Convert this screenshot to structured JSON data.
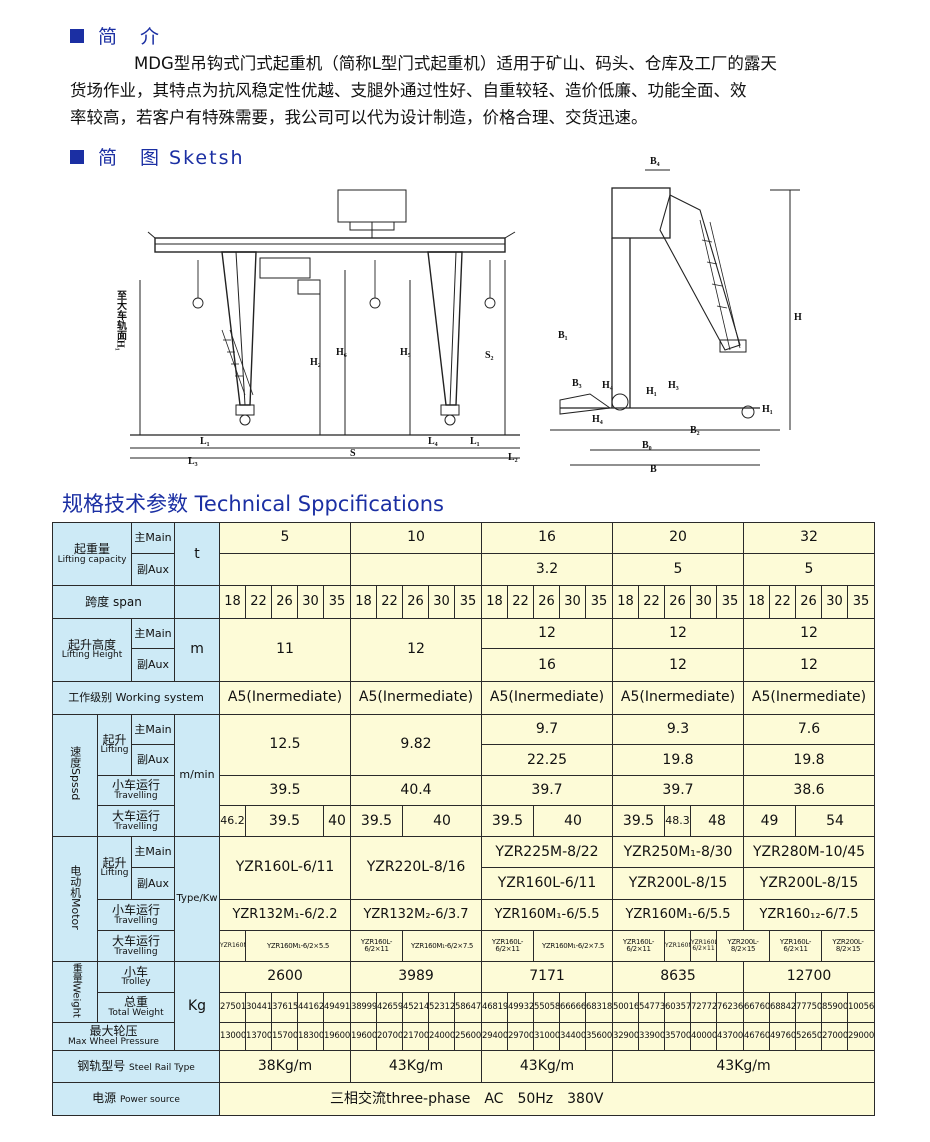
{
  "intro": {
    "heading": "简　介",
    "text_line1": "MDG型吊钩式门式起重机（简称L型门式起重机）适用于矿山、码头、仓库及工厂的露天",
    "text_line2": "货场作业，其特点为抗风稳定性优越、支腿外通过性好、自重较轻、造价低廉、功能全面、效",
    "text_line3": "率较高，若客户有特殊需要，我公司可以代为设计制造，价格合理、交货迅速。"
  },
  "sketch": {
    "heading": "简　图  Sketsh",
    "front_labels": {
      "side_rail": "至大车轨面H₁",
      "H2": "H₂",
      "H6": "H₆",
      "H5": "H₅",
      "S2": "S₂",
      "L1": "L₁",
      "L3": "L₃",
      "L4": "L₄",
      "L_left": "L₁",
      "S": "S",
      "L2": "L₂"
    },
    "side_labels": {
      "B4": "B₄",
      "H": "H",
      "B1": "B₁",
      "B3": "B₃",
      "H4": "H₄",
      "H3": "H₃",
      "H1": "H₁",
      "Hb": "H₄",
      "B2": "B₂",
      "B0": "B₀",
      "B": "B",
      "H_1": "H₁"
    }
  },
  "spec": {
    "title": "规格技术参数 Technical Sppcifications",
    "lifting_capacity": {
      "zh": "起重量",
      "en": "Lifting capacity",
      "main": "主Main",
      "aux": "副Aux",
      "unit": "t",
      "main_values": [
        "5",
        "10",
        "16",
        "20",
        "32"
      ],
      "aux_values": [
        "",
        "",
        "3.2",
        "5",
        "5"
      ]
    },
    "span": {
      "label": "跨度 span",
      "values": [
        "18",
        "22",
        "26",
        "30",
        "35",
        "18",
        "22",
        "26",
        "30",
        "35",
        "18",
        "22",
        "26",
        "30",
        "35",
        "18",
        "22",
        "26",
        "30",
        "35",
        "18",
        "22",
        "26",
        "30",
        "35"
      ]
    },
    "lifting_height": {
      "zh": "起升高度",
      "en": "Lifting Height",
      "main": "主Main",
      "aux": "副Aux",
      "unit": "m",
      "merged": [
        "11",
        "12"
      ],
      "main_values": [
        "12",
        "12",
        "12"
      ],
      "aux_values": [
        "16",
        "12",
        "12"
      ]
    },
    "working_system": {
      "label": "工作级别 Working system",
      "values": [
        "A5(Inermediate)",
        "A5(Inermediate)",
        "A5(Inermediate)",
        "A5(Inermediate)",
        "A5(Inermediate)"
      ]
    },
    "speed": {
      "group": "速度Spssd",
      "unit": "m/min",
      "lifting_zh": "起升",
      "lifting_en": "Lifting",
      "main": "主Main",
      "aux": "副Aux",
      "trolley_zh": "小车运行",
      "trolley_en": "Travelling",
      "crane_zh": "大车运行",
      "crane_en": "Travelling",
      "lift_merged": [
        "12.5",
        "9.82"
      ],
      "lift_main": [
        "9.7",
        "9.3",
        "7.6"
      ],
      "lift_aux": [
        "22.25",
        "19.8",
        "19.8"
      ],
      "trolley": [
        "39.5",
        "40.4",
        "39.7",
        "39.7",
        "38.6"
      ],
      "crane": [
        "46.2",
        "39.5",
        "40",
        "39.5",
        "40",
        "39.5",
        "40",
        "39.5",
        "48.3",
        "48",
        "49",
        "54"
      ]
    },
    "motor": {
      "group": "电动机Motor",
      "unit": "Type/Kw",
      "lifting_zh": "起升",
      "lifting_en": "Lifting",
      "main": "主Main",
      "aux": "副Aux",
      "trolley_zh": "小车运行",
      "trolley_en": "Travelling",
      "crane_zh": "大车运行",
      "crane_en": "Travelling",
      "lift_merged": [
        "YZR160L-6/11",
        "YZR220L-8/16"
      ],
      "lift_main": [
        "YZR225M-8/22",
        "YZR250M₁-8/30",
        "YZR280M-10/45"
      ],
      "lift_aux": [
        "YZR160L-6/11",
        "YZR200L-8/15",
        "YZR200L-8/15"
      ],
      "trolley": [
        "YZR132M₁-6/2.2",
        "YZR132M₂-6/3.7",
        "YZR160M₁-6/5.5",
        "YZR160M₁-6/5.5",
        "YZR160₁₂-6/7.5"
      ],
      "crane": [
        "YZR160M₁-6/2×5.5",
        "YZR160M₁-6/2×5.5",
        "YZR160L-6/2×11",
        "YZR160M₁-6/2×7.5",
        "YZR160L-6/2×11",
        "YZR160M₁-6/2×7.5",
        "YZR160L-6/2×11",
        "YZR160M₁-6/2×7.5",
        "YZR160L-6/2×11",
        "YZR200L-8/2×15",
        "YZR160L-6/2×11",
        "YZR200L-8/2×15"
      ]
    },
    "weight": {
      "group": "重量Weight",
      "unit": "Kg",
      "trolley_zh": "小车",
      "trolley_en": "Trolley",
      "total_zh": "总重",
      "total_en": "Total Weight",
      "trolley_values": [
        "2600",
        "3989",
        "7171",
        "8635",
        "12700"
      ],
      "total_values": [
        "27501",
        "30441",
        "37615",
        "44162",
        "49491",
        "38999",
        "42659",
        "45214",
        "52312",
        "58647",
        "46819",
        "49932",
        "55058",
        "66666",
        "68318",
        "50016",
        "54773",
        "60357",
        "72772",
        "76236",
        "66760",
        "68842",
        "77750",
        "85900",
        "100562"
      ]
    },
    "wheel": {
      "zh": "最大轮压",
      "en": "Max Wheel Pressure",
      "values": [
        "13000",
        "13700",
        "15700",
        "18300",
        "19600",
        "19600",
        "20700",
        "21700",
        "24000",
        "25600",
        "29400",
        "29700",
        "31000",
        "34400",
        "35600",
        "32900",
        "33900",
        "35700",
        "40000",
        "43700",
        "46760",
        "49760",
        "52650",
        "27000",
        "29000"
      ]
    },
    "rail": {
      "zh": "钢轨型号",
      "en": "Steel Rail Type",
      "values": [
        "38Kg/m",
        "43Kg/m",
        "43Kg/m",
        "43Kg/m"
      ]
    },
    "power": {
      "zh": "电源",
      "en": "Power source",
      "value": "三相交流three-phase　AC　50Hz　380V"
    }
  }
}
